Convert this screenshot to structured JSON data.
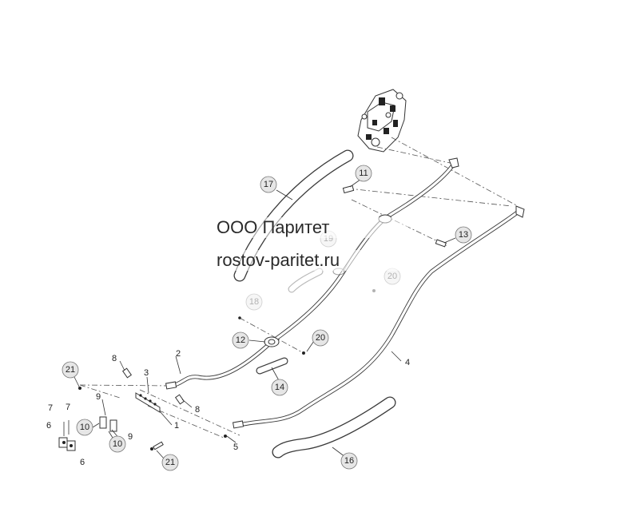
{
  "watermark": {
    "line1": "ООО Паритет",
    "line2": "rostov-paritet.ru"
  },
  "callouts": {
    "c1": "1",
    "c2": "2",
    "c3": "3",
    "c4": "4",
    "c5": "5",
    "c6a": "6",
    "c6b": "6",
    "c7a": "7",
    "c7b": "7",
    "c8a": "8",
    "c8b": "8",
    "c9a": "9",
    "c9b": "9",
    "c10a": "10",
    "c10b": "10",
    "c11": "11",
    "c12": "12",
    "c13": "13",
    "c14": "14",
    "c16": "16",
    "c17": "17",
    "c18": "18",
    "c19": "19",
    "c20a": "20",
    "c20b": "20",
    "c21a": "21",
    "c21b": "21"
  }
}
